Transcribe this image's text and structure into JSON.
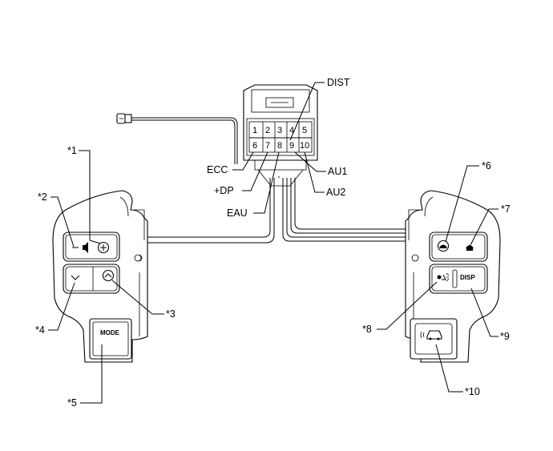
{
  "connector": {
    "pins_top": [
      "1",
      "2",
      "3",
      "4",
      "5"
    ],
    "pins_bottom": [
      "6",
      "7",
      "8",
      "9",
      "10"
    ]
  },
  "wire_labels": {
    "dist": "DIST",
    "ecc": "ECC",
    "dp": "+DP",
    "eau": "EAU",
    "au1": "AU1",
    "au2": "AU2"
  },
  "callouts": {
    "c1": "*1",
    "c2": "*2",
    "c3": "*3",
    "c4": "*4",
    "c5": "*5",
    "c6": "*6",
    "c7": "*7",
    "c8": "*8",
    "c9": "*9",
    "c10": "*10"
  },
  "buttons": {
    "mode": "MODE",
    "disp": "DISP"
  }
}
